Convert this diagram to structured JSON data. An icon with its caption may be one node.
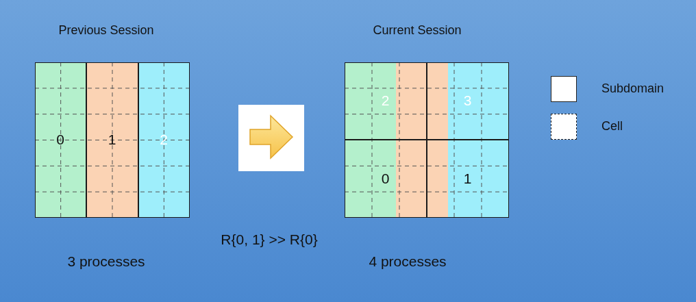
{
  "diagram": {
    "nodes": [
      {
        "text": [
          "Previous Session"
        ],
        "beside": [
          "3 processes"
        ]
      },
      {
        "text": [
          "0"
        ],
        "in": 0
      },
      {
        "text": [
          "1"
        ],
        "in": 0
      },
      {
        "text": [
          "2"
        ],
        "in": 0
      },
      {
        "text": [
          "Current Session"
        ],
        "beside": [
          "4 processes"
        ]
      },
      {
        "text": [
          "2"
        ],
        "in": 4
      },
      {
        "text": [
          "3"
        ],
        "in": 4
      },
      {
        "text": [
          "0"
        ],
        "in": 4
      },
      {
        "text": [
          "1"
        ],
        "in": 4
      }
    ],
    "edges": [],
    "labels": [
      "R{0, 1} >> R{0}"
    ],
    "legend": [
      {
        "text": "Subdomain"
      },
      {
        "text": "Cell"
      }
    ]
  }
}
